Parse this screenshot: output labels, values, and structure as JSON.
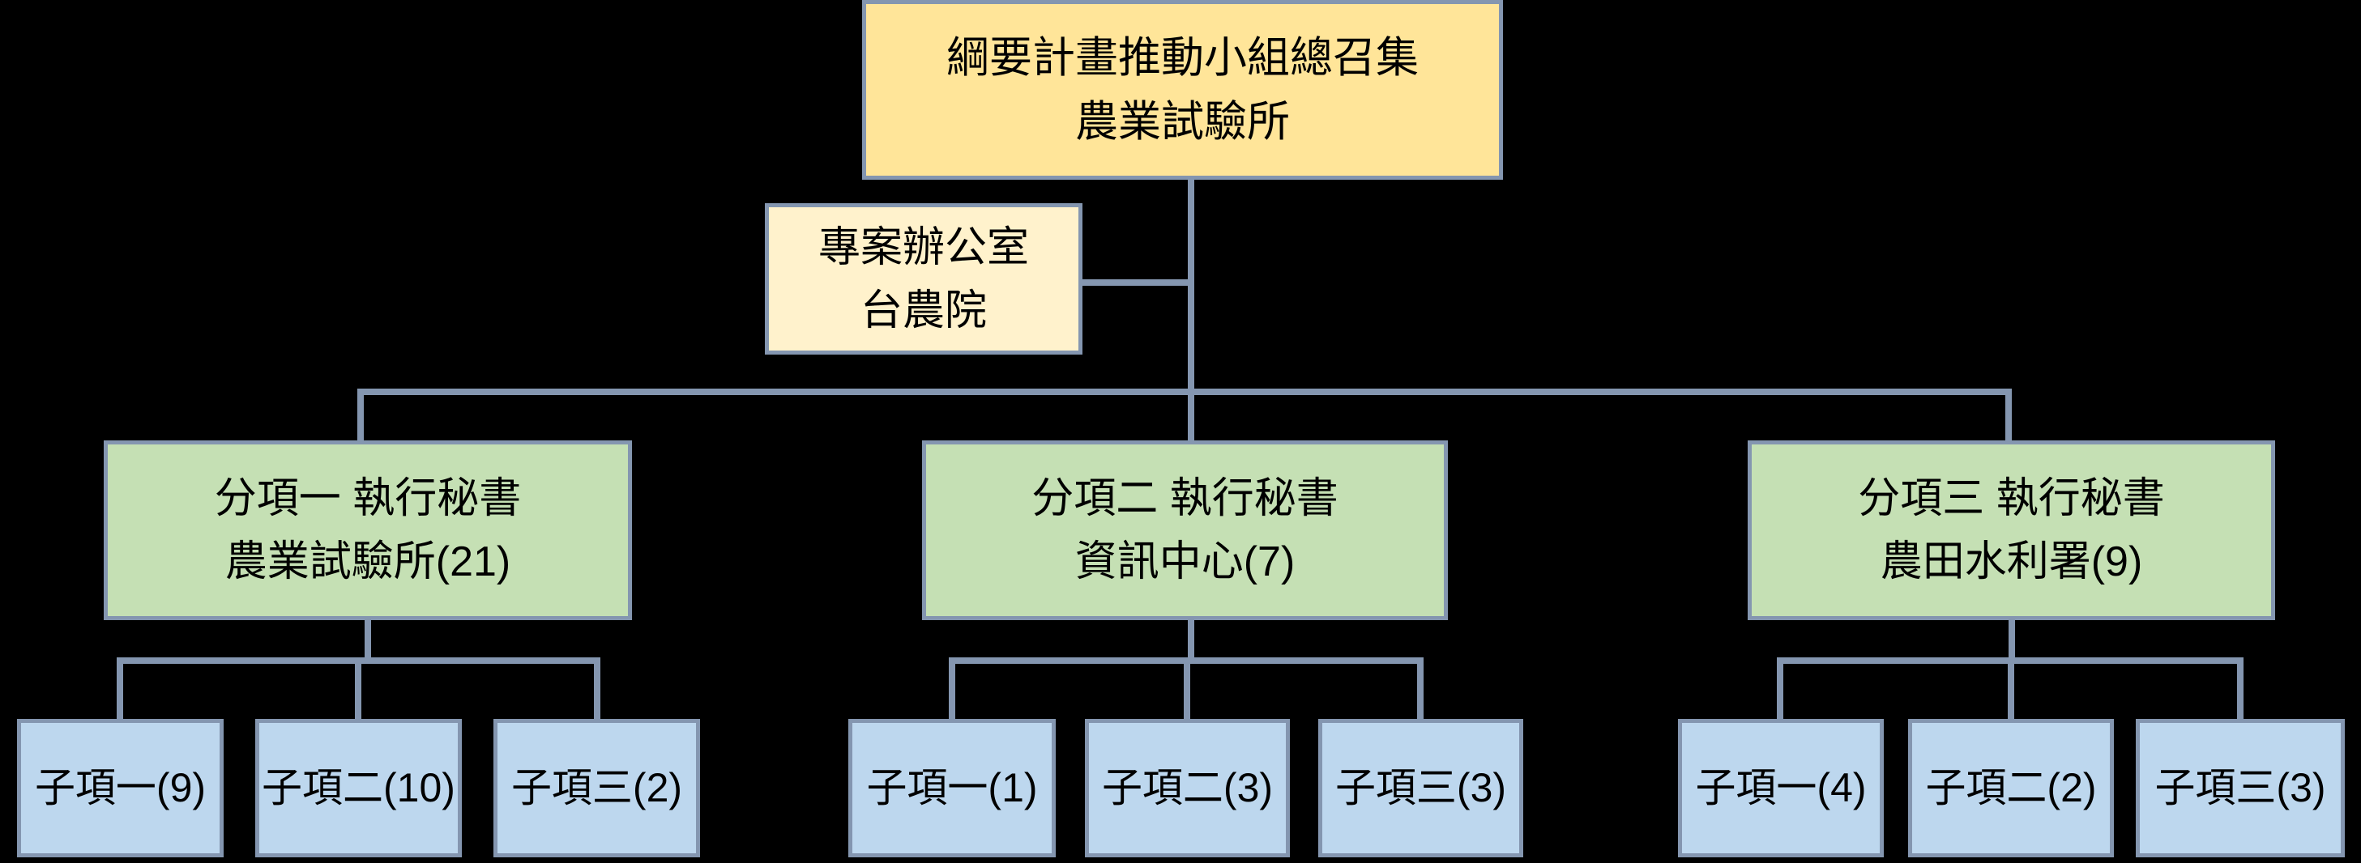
{
  "colors": {
    "bg": "#000000",
    "line": "#8496B0",
    "text": "#000000",
    "root": "#FFE599",
    "office": "#FFF2CC",
    "branch": "#C5E0B4",
    "leaf": "#BDD7EE"
  },
  "root": {
    "line1": "綱要計畫推動小組總召集",
    "line2": "農業試驗所"
  },
  "office": {
    "line1": "專案辦公室",
    "line2": "台農院"
  },
  "branches": [
    {
      "line1": "分項一 執行秘書",
      "line2": "農業試驗所(21)",
      "children": [
        "子項一(9)",
        "子項二(10)",
        "子項三(2)"
      ]
    },
    {
      "line1": "分項二 執行秘書",
      "line2": "資訊中心(7)",
      "children": [
        "子項一(1)",
        "子項二(3)",
        "子項三(3)"
      ]
    },
    {
      "line1": "分項三 執行秘書",
      "line2": "農田水利署(9)",
      "children": [
        "子項一(4)",
        "子項二(2)",
        "子項三(3)"
      ]
    }
  ]
}
